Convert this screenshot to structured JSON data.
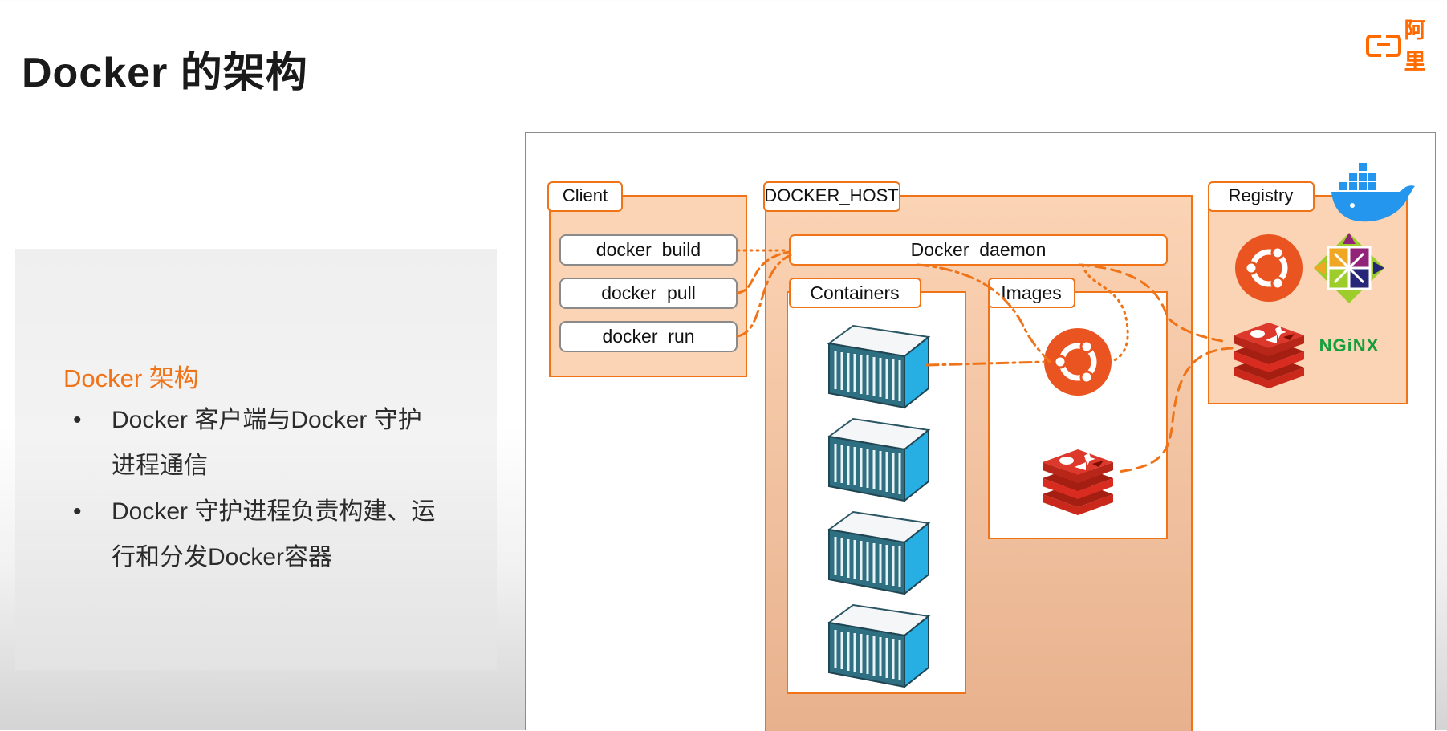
{
  "title": "Docker 的架构",
  "brand": {
    "text": "阿里",
    "icon": "alibaba-cloud-logo-icon"
  },
  "left_panel": {
    "heading": "Docker 架构",
    "bullets": [
      {
        "line1": "Docker  客户端与Docker  守护",
        "line2": "进程通信"
      },
      {
        "line1": "Docker  守护进程负责构建、运",
        "line2": "行和分发Docker容器"
      }
    ]
  },
  "diagram": {
    "colors": {
      "accent": "#f07318",
      "panel_fill": "#fbd4b5",
      "container_blue": "#2aa8dd",
      "redis_red": "#d82c20",
      "nginx_green": "#159e3c"
    },
    "client": {
      "label": "Client",
      "commands": [
        "docker  build",
        "docker  pull",
        "docker  run"
      ]
    },
    "docker_host": {
      "label": "DOCKER_HOST",
      "daemon_label": "Docker  daemon",
      "containers_label": "Containers",
      "images_label": "Images",
      "container_icon": "shipping-container-icon",
      "container_count": 4,
      "image_icons": [
        "ubuntu-icon",
        "redis-icon"
      ]
    },
    "registry": {
      "label": "Registry",
      "logo_icon": "docker-whale-icon",
      "image_icons": [
        "ubuntu-icon",
        "centos-icon",
        "redis-icon"
      ],
      "nginx_text": "NGiNX"
    }
  }
}
